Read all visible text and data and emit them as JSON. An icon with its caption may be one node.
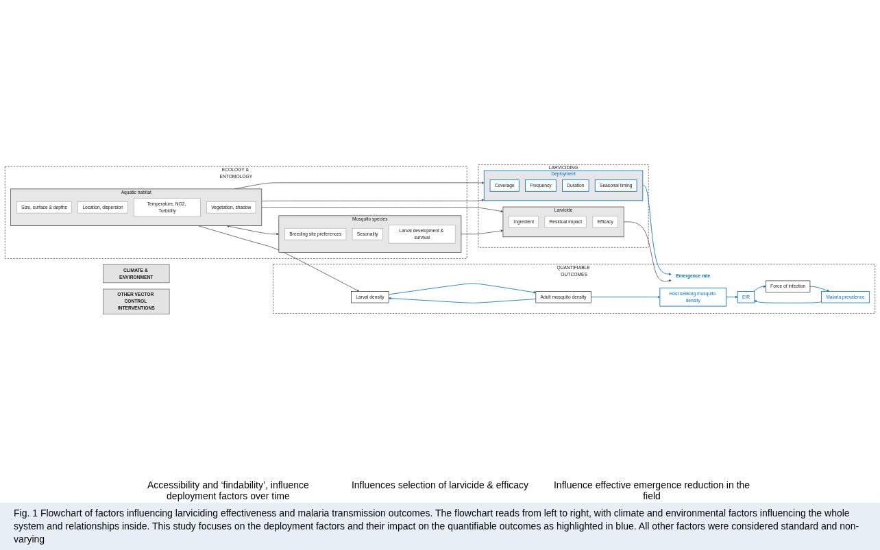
{
  "diagram": {
    "caption": "Fig. 1 Flowchart of factors influencing larviciding effectiveness and malaria transmission outcomes. The flowchart reads from left to right, with climate and environmental factors influencing the whole system and relationships inside. This study focuses on the deployment factors and their impact on the quantifiable outcomes as highlighted in blue. All other factors were considered standard and non-varying",
    "nodes": [
      {
        "text": [
          "CLIMATE & ENVIRONMENT"
        ]
      },
      {
        "text": [
          "ECOLOGY & ENTOMOLOGY"
        ]
      },
      {
        "text": [
          "Aquatic habitat"
        ],
        "in": 1
      },
      {
        "text": [
          "Size, surface & depths"
        ],
        "in": 2
      },
      {
        "text": [
          "Location, dispersion"
        ],
        "in": 2
      },
      {
        "text": [
          "Temperature, NO2, Turbidity"
        ],
        "in": 2
      },
      {
        "text": [
          "Vegetation, shadow"
        ],
        "in": 2
      },
      {
        "text": [
          "Mosquito species"
        ],
        "in": 1
      },
      {
        "text": [
          "Breeding site preferences"
        ],
        "in": 7
      },
      {
        "text": [
          "Sesonality"
        ],
        "in": 7
      },
      {
        "text": [
          "Larval development & survival"
        ],
        "in": 7
      },
      {
        "text": [
          "LARVICIDING"
        ]
      },
      {
        "text": [
          "Deployment"
        ],
        "in": 11
      },
      {
        "text": [
          "Coverage"
        ],
        "in": 12
      },
      {
        "text": [
          "Frequency"
        ],
        "in": 12
      },
      {
        "text": [
          "Duration"
        ],
        "in": 12
      },
      {
        "text": [
          "Seasonal timing"
        ],
        "in": 12
      },
      {
        "text": [
          "Larvicide"
        ],
        "in": 11
      },
      {
        "text": [
          "Ingredient"
        ],
        "in": 17
      },
      {
        "text": [
          "Residual impact"
        ],
        "in": 17
      },
      {
        "text": [
          "Efficacy"
        ],
        "in": 17
      },
      {
        "text": [
          "QUANTIFIABLE OUTCOMES"
        ]
      },
      {
        "text": [
          "Emergence rate"
        ],
        "in": 21
      },
      {
        "text": [
          "Larval density"
        ],
        "in": 21
      },
      {
        "text": [
          "Adult mosquito density"
        ],
        "in": 21
      },
      {
        "text": [
          "Host seeking mosquito density"
        ],
        "in": 21
      },
      {
        "text": [
          "EIR"
        ],
        "in": 21
      },
      {
        "text": [
          "Force of infection"
        ],
        "in": 21
      },
      {
        "text": [
          "Malaria prevalence"
        ],
        "in": 21
      },
      {
        "text": [
          "OTHER VECTOR CONTROL INTERVENTIONS"
        ]
      }
    ],
    "edges": [
      {
        "from": 2,
        "to": 23,
        "arrow": "to",
        "color": "#555555"
      },
      {
        "from": 2,
        "to": 12,
        "arrow": "to",
        "color": "#555555"
      },
      {
        "from": 2,
        "to": 12,
        "arrow": "to",
        "color": "#555555"
      },
      {
        "from": 2,
        "to": 17,
        "arrow": "to",
        "color": "#555555"
      },
      {
        "from": 2,
        "to": 7,
        "arrow": "both",
        "color": "#555555"
      },
      {
        "from": 7,
        "to": 17,
        "arrow": "to",
        "color": "#555555"
      },
      {
        "from": 12,
        "to": 22,
        "arrow": "to"
      },
      {
        "from": 17,
        "to": 22,
        "arrow": "to",
        "color": "#555555"
      },
      {
        "from": 23,
        "to": 24,
        "arrow": "to"
      },
      {
        "from": 24,
        "to": 23,
        "arrow": "to"
      },
      {
        "from": 24,
        "to": 25,
        "arrow": "to"
      },
      {
        "from": 25,
        "to": 26,
        "arrow": "to"
      },
      {
        "from": 26,
        "to": 27,
        "arrow": "to"
      },
      {
        "from": 27,
        "to": 28,
        "arrow": "to"
      },
      {
        "from": 28,
        "to": 26,
        "arrow": "to"
      }
    ],
    "labels": [
      "Accessibility and ‘findability’, influence deployment factors over time",
      "Influences selection of larvicide & efficacy",
      "Influence effective emergence reduction in the field"
    ]
  }
}
